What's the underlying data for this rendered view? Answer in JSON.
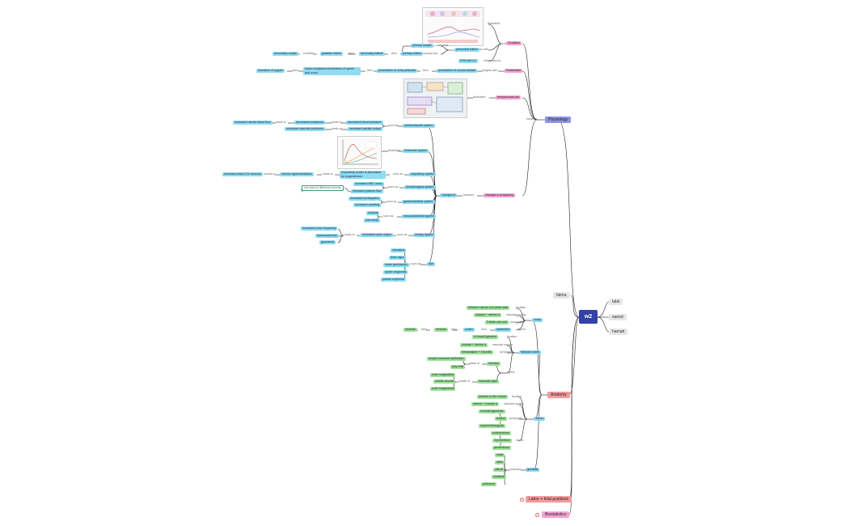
{
  "center": "w2",
  "main_topics": {
    "physiology": "Physiology",
    "anatomy": "Anatomy",
    "labor": "Labor + fetal positions",
    "biostatistics": "Biostatistics",
    "fatma": "fatma",
    "talal": "talal",
    "saeed": "saeed",
    "hamad": "hamad"
  },
  "physiology": {
    "includes": "includes",
    "ovulation": "Ovulation",
    "fertilization": "Fertilization",
    "fetoplacental_unit": "fetoplacental unit",
    "changes_in_pregnancy": "changes in pregnancy",
    "illustrated": "illustrated",
    "begins_with": "begins with",
    "influenced_by": "influenced by",
    "primordial_follicle": "primordial follicle",
    "primary_oocyte": "primary oocyte",
    "contains": "contains",
    "primary_follicle": "primary follicle",
    "develops_into": "develops into",
    "fsh_lh": "FSH and LH",
    "then": "then",
    "secondary_follicle": "secondary follicle",
    "graafian_follicle": "graafian follicle",
    "secondary_oocyte": "secondary oocyte",
    "penetration_corona": "penetration of corona radiata",
    "penetration_zona": "penetration of zona pellucida",
    "fusion_membranes": "fusion of plasma membranes of sperm and ovum",
    "formation_zygote": "formation of zygote",
    "changes_in": "changes in",
    "such_as": "such as",
    "cardiovascular_system": "cardiovascular system",
    "endocrine_system": "endocrine system",
    "respiratory_system": "respiratory system",
    "hematological_system": "hematological system",
    "gastrointestinal_system": "gastrointestinal system",
    "musculoskeletal_system": "musculoskeletal system",
    "urinary_system": "urinary system",
    "skin": "skin",
    "decreased_bp": "decreased blood pressure",
    "decreased_resistance": "decreased resistance",
    "increased_uterine_flow": "increased uterine blood flow",
    "leads_to": "leads to",
    "increased_cardiac_output": "increased cardiac output",
    "increased_vascular_perfusion": "increased vascular perfusion",
    "resp_center": "respiratory center is stimulated by progesterone",
    "chronic_hyperventilation": "chronic hyperventilation",
    "results_in": "results in",
    "increased_fetal_co2": "increased fetal CO2 removal",
    "increased_rbc": "increased RBC mass",
    "increased_plasma": "increased plasma flow",
    "can_lead_anemia": "can lead to dilutional anemia",
    "increased_constipation": "increased constipation",
    "increased_vomiting": "increased vomiting",
    "lordosis": "lordosis",
    "joint_laxity": "joint laxity",
    "increased_urine": "increased urine output",
    "increased_frequency": "increased urine frequency",
    "hydronephrosis": "hydronephrosis",
    "glucosuria": "glucosuria",
    "skin_items": [
      "chloasma",
      "linea nigra",
      "striae gravidarum",
      "spider angiomas",
      "palmar erythema"
    ]
  },
  "anatomy": {
    "ovary": "ovary",
    "fallopian_tubes": "fallopian tubes",
    "uterus": "uterus",
    "genitalia": "genitalia",
    "location": "location",
    "vascular_supply": "vascular supply",
    "composition": "composition",
    "layers": "layers",
    "symphysis": "symphysis",
    "made_of": "made of",
    "made_of_2": "made of",
    "made_of_3": "made of",
    "consists_of": "consists of",
    "includes": "includes",
    "ovary_location": "between uterus and pelvic wall",
    "ovary_vascular": "ovarian + uterine a",
    "ovary_comp": "Follicle-rich unit",
    "cortex": "cortex",
    "medulla": "medulla",
    "epithelium": "epithelium",
    "then": "then",
    "tube_location": "in broad ligament",
    "tube_vascular": "ovarian + uterine a",
    "tube_symphysis": "mesosalpinx + infundib",
    "mucosa": "mucosa",
    "ciliated": "simple columnar epithelium",
    "peg_cells": "peg cells",
    "serosa": "serosa",
    "muscular_layer": "muscular layer",
    "inner_longitudinal": "inner longitudinal",
    "middle_circular": "middle circular",
    "outer_longitudinal": "outer longitudinal",
    "uterus_location": "anterior to the rectum",
    "uterus_vascular": "uterine + ovarian a",
    "uterus_symph": [
      "cervical ligaments",
      "fundus",
      "superior/triangular"
    ],
    "endometrium": "endometrium",
    "myometrium": "myometrium",
    "perimetrium": "perimetrium",
    "genitalia_items": [
      "vulva",
      "labia",
      "clitoris",
      "vestibule",
      "perineum"
    ]
  }
}
